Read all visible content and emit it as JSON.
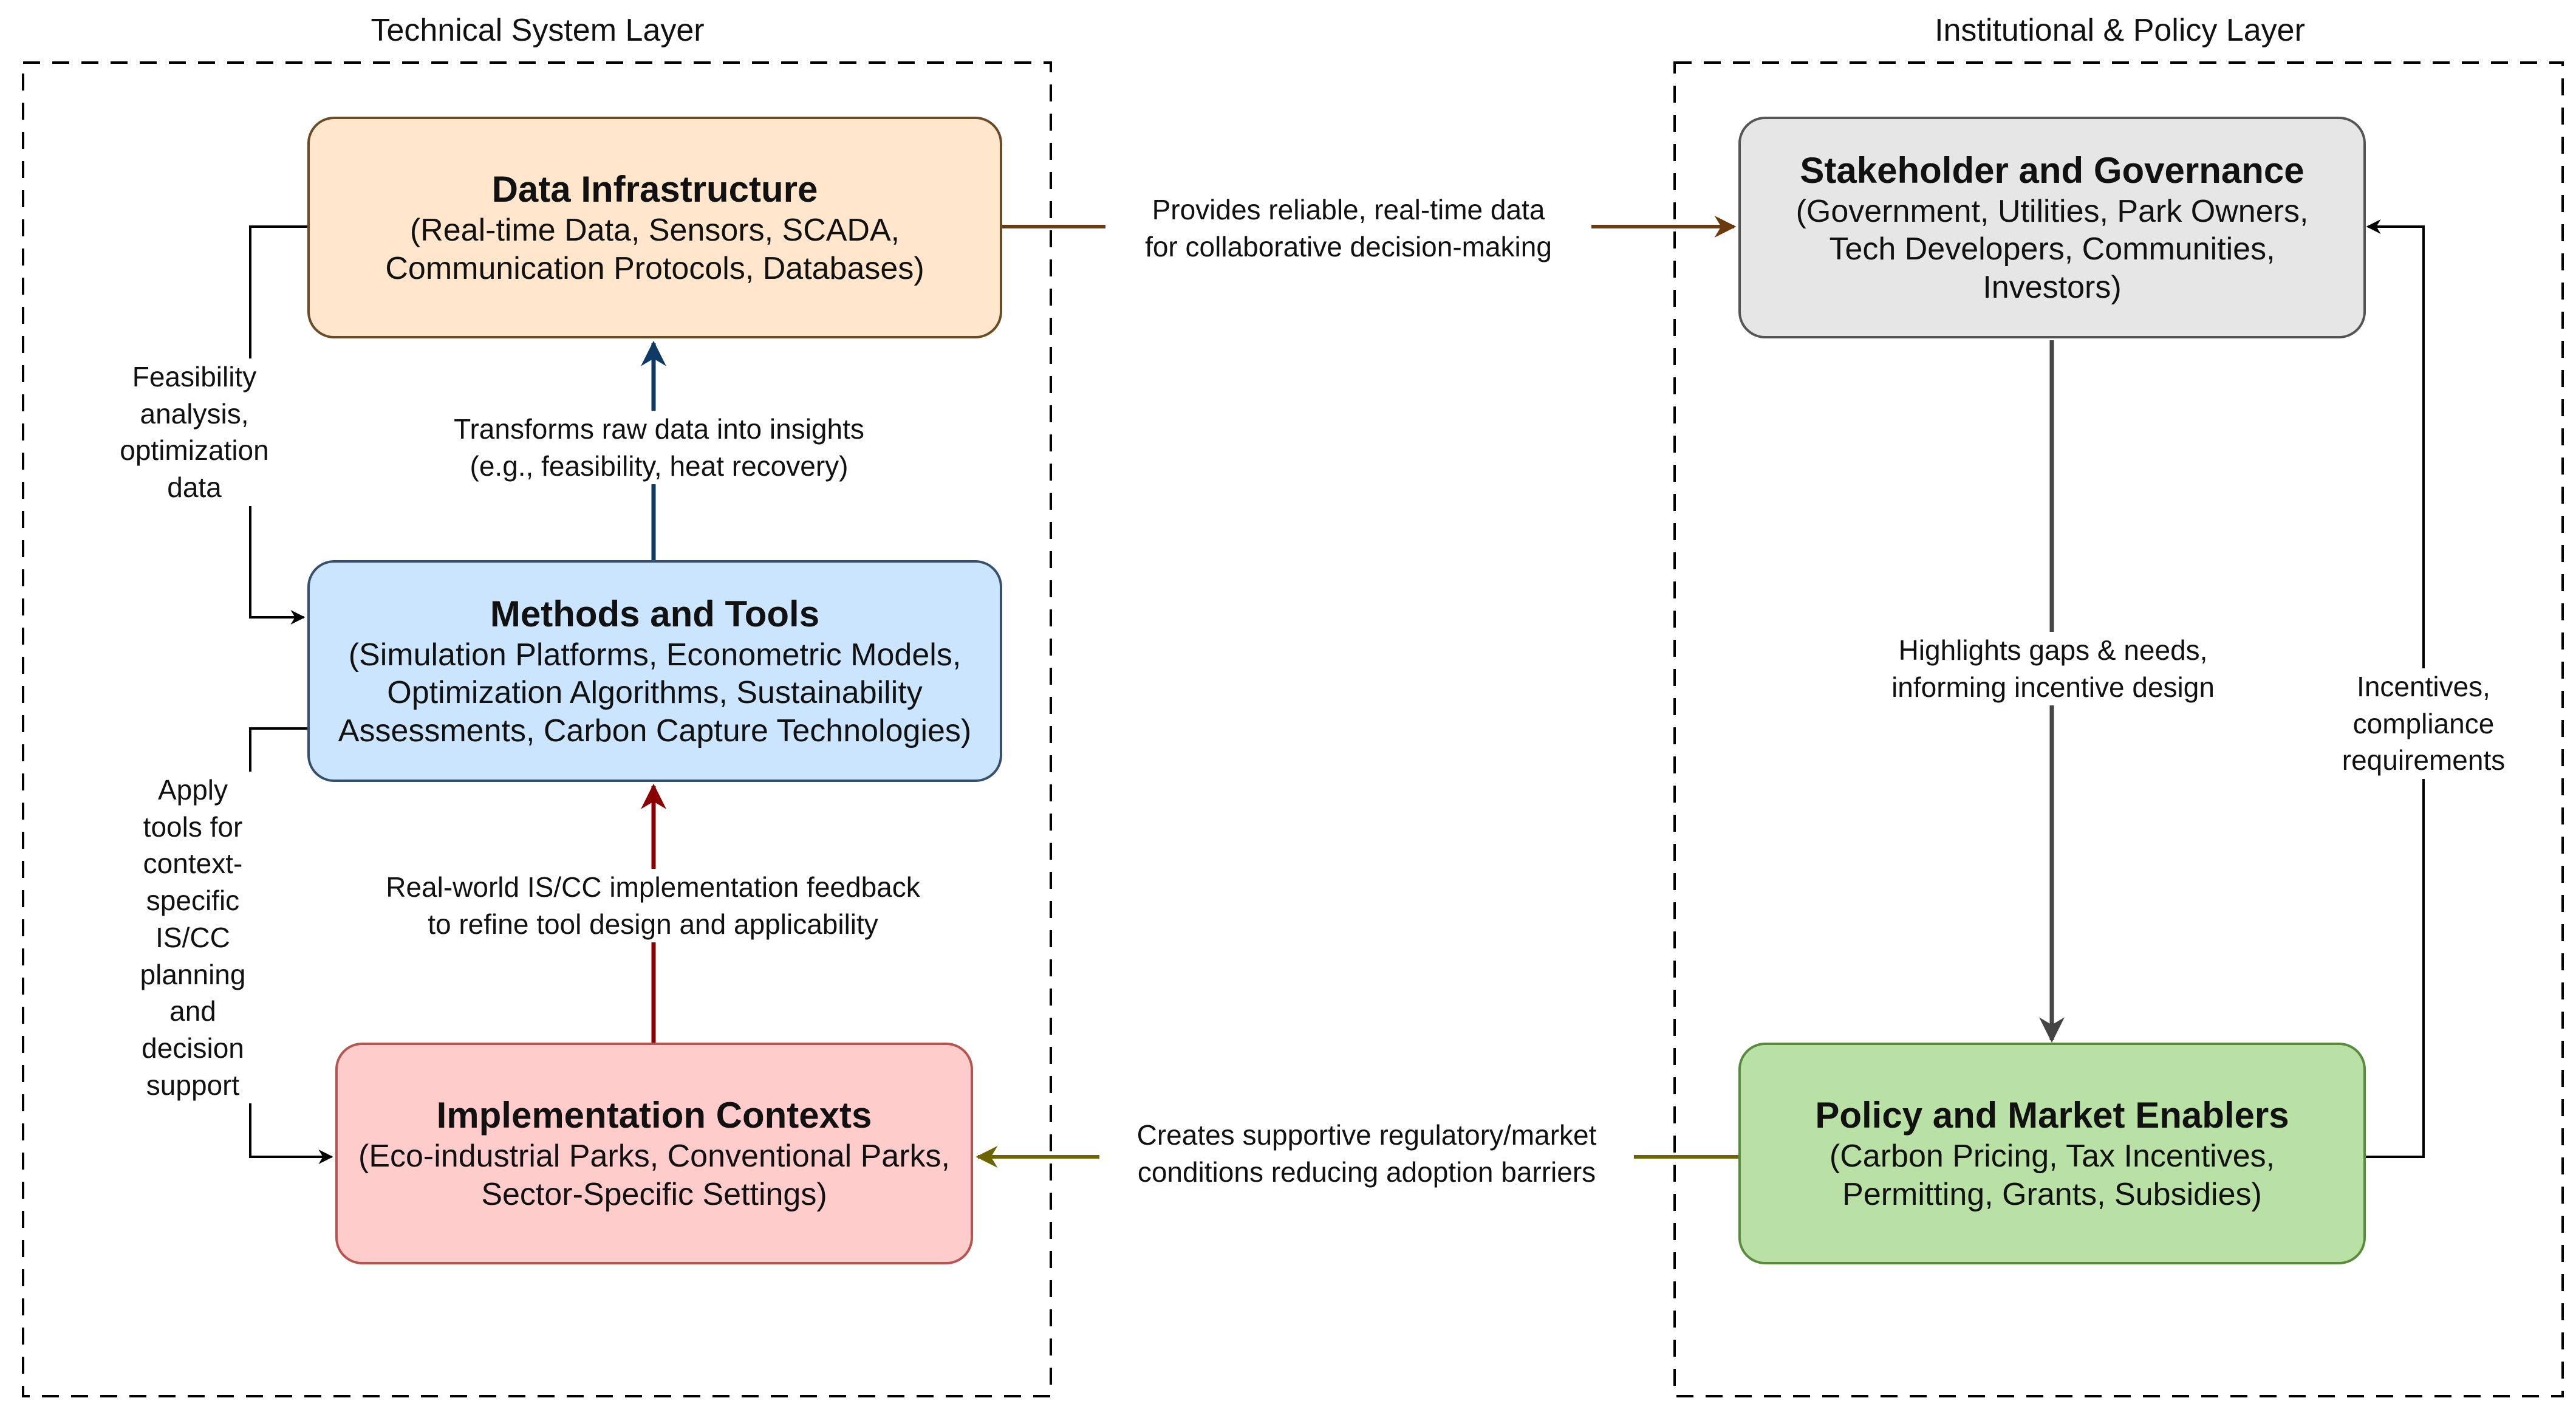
{
  "layers": {
    "technical": "Technical System Layer",
    "institutional": "Institutional & Policy Layer"
  },
  "boxes": {
    "data_infrastructure": {
      "title": "Data Infrastructure",
      "body": "(Real-time Data, Sensors, SCADA,\nCommunication Protocols, Databases)",
      "fill": "#ffe6cc",
      "stroke": "#6b4a26"
    },
    "methods_tools": {
      "title": "Methods and Tools",
      "body": "(Simulation Platforms, Econometric Models,\nOptimization Algorithms, Sustainability\nAssessments, Carbon Capture Technologies)",
      "fill": "#cce5ff",
      "stroke": "#36506e"
    },
    "implementation_contexts": {
      "title": "Implementation Contexts",
      "body": "(Eco-industrial Parks, Conventional Parks,\nSector-Specific Settings)",
      "fill": "#ffcccc",
      "stroke": "#b85450"
    },
    "stakeholder_governance": {
      "title": "Stakeholder and Governance",
      "body": "(Government, Utilities, Park Owners,\nTech Developers, Communities,\nInvestors)",
      "fill": "#e6e6e6",
      "stroke": "#555555"
    },
    "policy_market": {
      "title": "Policy and Market Enablers",
      "body": "(Carbon Pricing, Tax Incentives,\nPermitting, Grants, Subsidies)",
      "fill": "#b9e0a5",
      "stroke": "#5a8a3c"
    }
  },
  "edge_labels": {
    "transforms": "Transforms raw data into insights\n(e.g., feasibility, heat recovery)",
    "feedback": "Real-world IS/CC implementation feedback\nto refine tool design and applicability",
    "feasibility": "Feasibility\nanalysis,\noptimization\ndata",
    "apply_tools": "Apply\ntools for\ncontext-\nspecific\nIS/CC\nplanning\nand\ndecision\nsupport",
    "provides_data": "Provides reliable, real-time data\nfor collaborative decision-making",
    "highlights_gaps": "Highlights gaps & needs,\ninforming incentive design",
    "incentives": "Incentives,\ncompliance\nrequirements",
    "creates_conditions": "Creates supportive regulatory/market\nconditions reducing adoption barriers"
  },
  "colors": {
    "dark_blue": "#0d3b66",
    "dark_red": "#8b0000",
    "brown": "#6b3a0f",
    "olive": "#6b6400",
    "dark_gray": "#444444",
    "black": "#000000"
  }
}
